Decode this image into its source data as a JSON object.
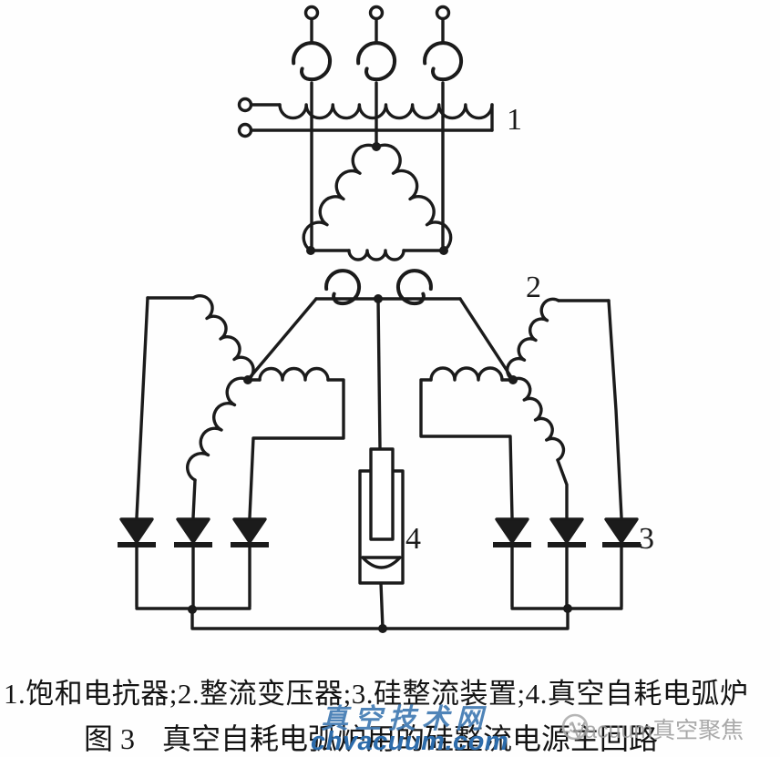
{
  "figure": {
    "caption_legend": "1.饱和电抗器;2.整流变压器;3.硅整流装置;4.真空自耗电弧炉",
    "figure_label": "图 3",
    "figure_title": "真空自耗电弧炉用的硅整流电源主回路",
    "legend_items": [
      {
        "id": "1",
        "name": "饱和电抗器"
      },
      {
        "id": "2",
        "name": "整流变压器"
      },
      {
        "id": "3",
        "name": "硅整流装置"
      },
      {
        "id": "4",
        "name": "真空自耗电弧炉"
      }
    ]
  },
  "diagram": {
    "type": "circuit-schematic",
    "labels": {
      "saturable_reactor": "1",
      "rectifier_transformer": "2",
      "silicon_rectifier": "3",
      "vacuum_arc_furnace": "4"
    },
    "line_color": "#1b1b1b"
  },
  "watermark": {
    "site_name": "真空技术网",
    "site_url": "chvacuum.com",
    "logo_text": "-Vacuum真空聚焦",
    "colors": {
      "site_blue": "#417ab3",
      "url_blue": "#2d6cab",
      "logo_gray": "#9b9b9b"
    }
  }
}
